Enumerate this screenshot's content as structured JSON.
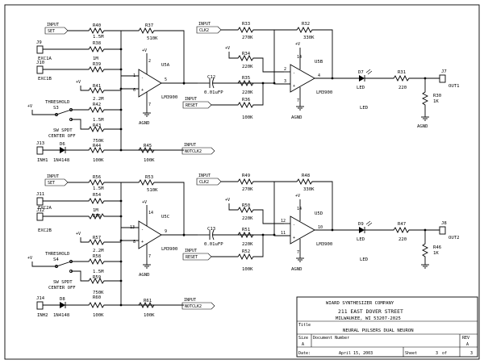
{
  "diagram": {
    "top": {
      "input_set": "INPUT",
      "set_flag": "SET",
      "r40": "R40",
      "r37": "R37",
      "r37_val": "510K",
      "j9": "J9",
      "r38": "R38",
      "r38_val": "1.5M",
      "exc1a": "EXC1A",
      "j10": "J10",
      "r39": "R39",
      "r39_val": "1M",
      "exc1b": "EXC1B",
      "r41": "R41",
      "r42": "R42",
      "r42_val": "2.2M",
      "threshold": "THRESHOLD",
      "s3": "S3",
      "r43": "R43",
      "r43_val": "1.5M",
      "spdt1": "SW SPDT",
      "spdt2": "CENTER OFF",
      "r44": "R44",
      "r44_val": "750K",
      "j13": "J13",
      "d6": "D6",
      "inh1": "INH1",
      "d6_part": "1N4148",
      "r44_val2": "100K",
      "r45": "R45",
      "r45_val": "100K",
      "input_notclk": "INPUT",
      "notclk2": "NOTCLK2",
      "opamp": "U5A",
      "pin2": "2",
      "pin1": "1",
      "pin6": "6",
      "pin5": "5",
      "pin7": "7",
      "agnd": "AGND",
      "ic": "LM3900",
      "c12": "C12",
      "c12_val": "0.01uFP",
      "input_clk": "INPUT",
      "clk2": "CLK2",
      "r33": "R33",
      "r33_val": "270K",
      "r32": "R32",
      "r32_val": "330K",
      "r34": "R34",
      "r34_val": "220K",
      "r35": "R35",
      "r35_val": "220K",
      "input_reset": "INPUT",
      "reset": "RESET",
      "r36": "R36",
      "r36_val": "100K",
      "opamp2": "U5B",
      "p2": "2",
      "p3": "3",
      "p4": "4",
      "p14": "14",
      "p7": "7",
      "agnd2": "AGND",
      "ic2": "LM3900",
      "d7": "D7",
      "led": "LED",
      "led2": "LED",
      "r31": "R31",
      "r31_val": "220",
      "r30": "R30",
      "r30_val": "1K",
      "j7": "J7",
      "out1": "OUT1",
      "agnd3": "AGND",
      "vplus": "+V",
      "vplus_r41": "+V",
      "vplus_thr": "+V",
      "vplus_r34": "+V",
      "vplus_u5b": "+V"
    },
    "bottom": {
      "input_set": "INPUT",
      "set_flag": "SET",
      "r56": "R56",
      "r53": "R53",
      "r53_val": "510K",
      "j11": "J11",
      "r54": "R54",
      "r54_val": "1.5M",
      "exc2a": "EXC2A",
      "j12": "J12",
      "r55": "R55",
      "r55_val": "1M",
      "exc2b": "EXC2B",
      "r57": "R57",
      "r58": "R58",
      "r58_val": "2.2M",
      "threshold": "THRESHOLD",
      "s4": "S4",
      "r59": "R59",
      "r59_val": "1.5M",
      "spdt1": "SW SPDT",
      "spdt2": "CENTER OFF",
      "r60": "R60",
      "r60_val": "750K",
      "j14": "J14",
      "d8": "D8",
      "inh2": "INH2",
      "d8_part": "1N4148",
      "r60_val2": "100K",
      "r61": "R61",
      "r61_val": "100K",
      "input_notclk": "INPUT",
      "notclk2": "NOTCLK2",
      "opamp": "U5C",
      "pin13": "13",
      "pin8": "8",
      "pin9": "9",
      "pin7": "7",
      "pin14": "14",
      "agnd": "AGND",
      "ic": "LM3900",
      "c13": "C13",
      "c13_val": "0.01uFP",
      "input_clk": "INPUT",
      "clk2": "CLK2",
      "r49": "R49",
      "r49_val": "270K",
      "r48": "R48",
      "r48_val": "330K",
      "r50": "R50",
      "r50_val": "220K",
      "r51": "R51",
      "r51_val": "220K",
      "input_reset": "INPUT",
      "reset": "RESET",
      "r52": "R52",
      "r52_val": "100K",
      "opamp2": "U5D",
      "p12": "12",
      "p11": "11",
      "p10": "10",
      "p14": "14",
      "p7": "7",
      "agnd2": "AGND",
      "ic2": "LM3900",
      "d9": "D9",
      "led": "LED",
      "led2": "LED",
      "r47": "R47",
      "r47_val": "220",
      "r46": "R46",
      "r46_val": "1K",
      "j8": "J8",
      "out2": "OUT2",
      "vplus": "+V",
      "vplus_r57": "+V",
      "vplus_thr": "+V",
      "vplus_r50": "+V",
      "vplus_u5d": "+V"
    }
  },
  "title_block": {
    "company": "WIARD SYNTHESIZER COMPANY",
    "address1": "211 EAST DOVER STREET",
    "address2": "MILWAUKEE, WI 53207-2025",
    "title_label": "Title",
    "title": "NEURAL PULSERS DUAL NEURON",
    "size_label": "Size",
    "size": "A",
    "docnum_label": "Document Number",
    "rev_label": "REV",
    "rev": "A",
    "date_label": "Date:",
    "date": "April 15, 2003",
    "sheet_label": "Sheet",
    "sheet": "3",
    "of": "of",
    "sheets": "3"
  }
}
